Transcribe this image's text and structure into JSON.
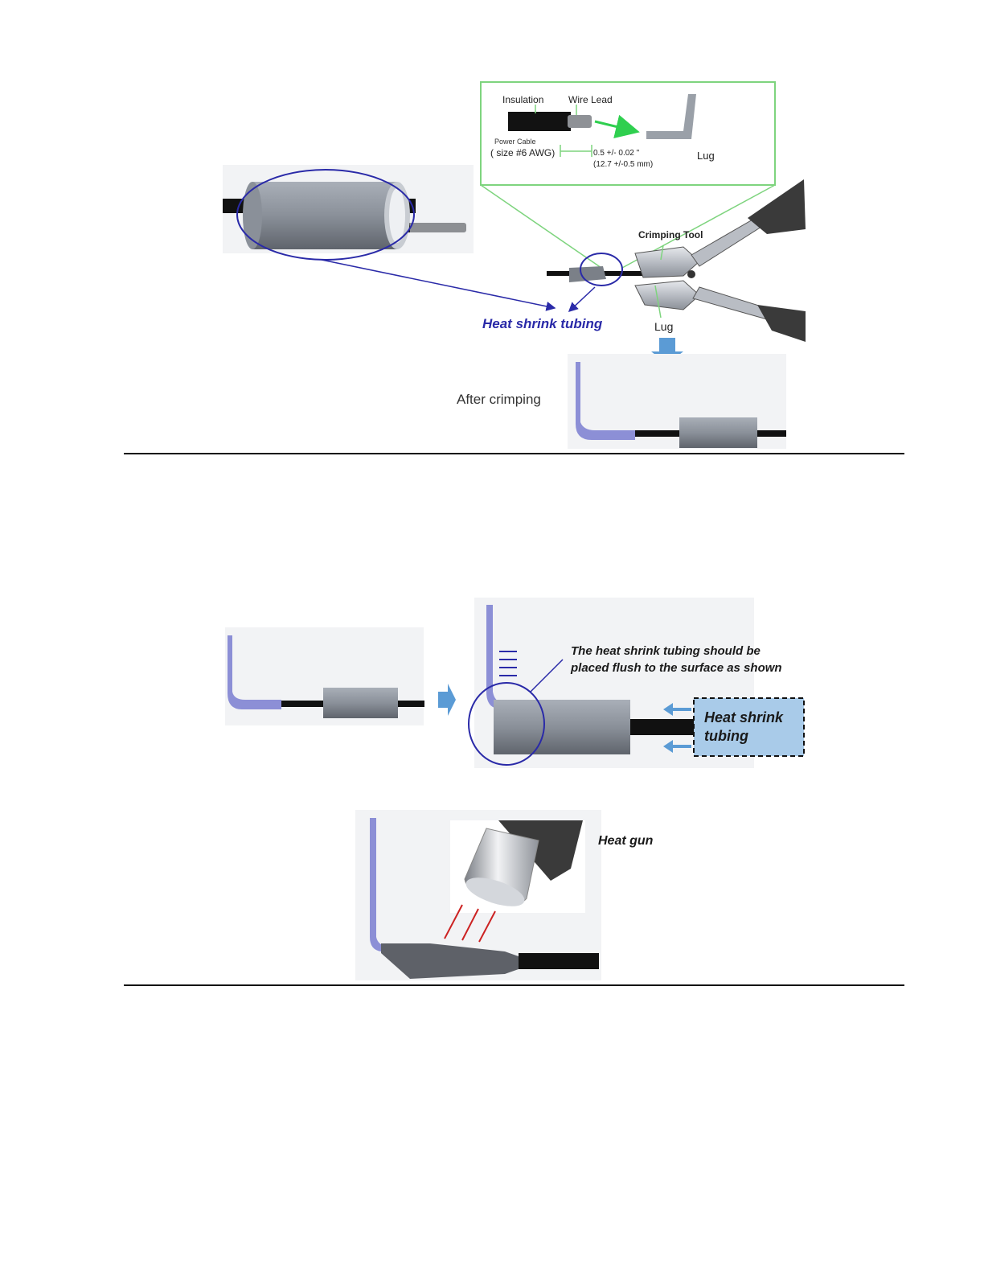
{
  "figure1": {
    "detail": {
      "insulation_label": "Insulation",
      "wire_lead_label": "Wire Lead",
      "power_cable_label": "Power Cable",
      "cable_size_label": "( size #6 AWG)",
      "dimension_label": "0.5 +/- 0.02 \"",
      "dimension_metric_label": "(12.7 +/-0.5 mm)",
      "lug_label": "Lug"
    },
    "crimping_tool_label": "Crimping Tool",
    "lug_label": "Lug",
    "heat_shrink_label": "Heat shrink tubing",
    "after_crimping_label": "After crimping"
  },
  "figure2": {
    "note_line1": "The heat shrink tubing should be",
    "note_line2": "placed flush to the surface as shown",
    "heat_shrink_line1": "Heat shrink",
    "heat_shrink_line2": "tubing",
    "heat_gun_label": "Heat gun"
  },
  "colors": {
    "annotation_blue": "#2a2aa8",
    "callout_green": "#7ed47e",
    "arrow_blue": "#5b9bd5",
    "lug_purple": "#8c8fd6",
    "tubing_gray": "#8a9099",
    "heat_red": "#cc2222"
  }
}
